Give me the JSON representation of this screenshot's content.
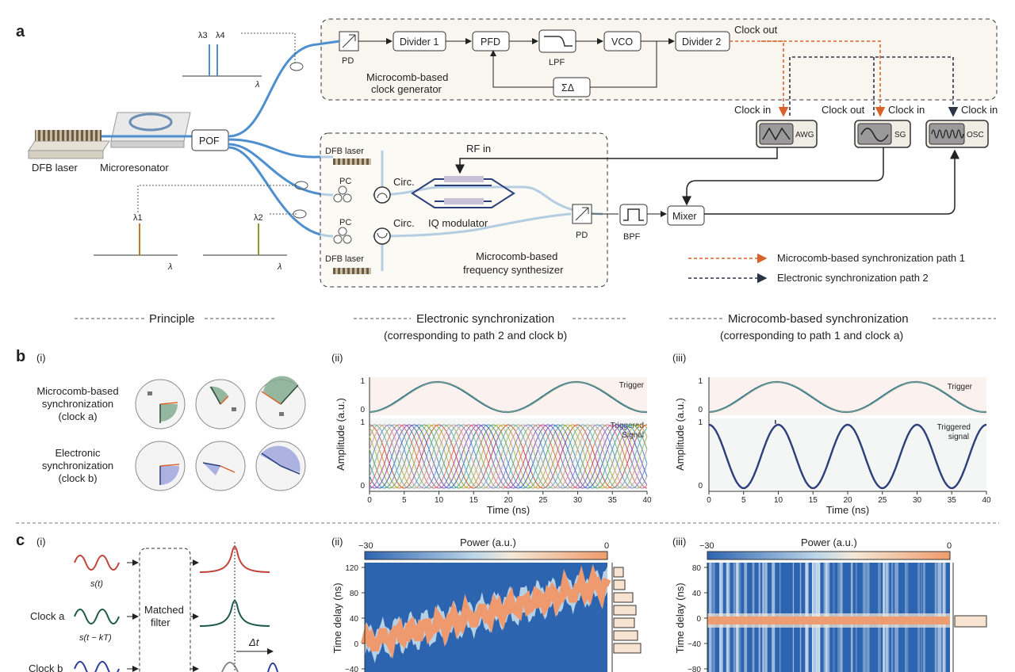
{
  "panel_a": {
    "letter": "a",
    "components": {
      "pd_top": "PD",
      "divider1": "Divider 1",
      "pfd": "PFD",
      "lpf": "LPF",
      "vco": "VCO",
      "divider2": "Divider 2",
      "sigma_delta": "ΣΔ",
      "clock_gen_line1": "Microcomb-based",
      "clock_gen_line2": "clock generator",
      "clock_out_top": "Clock out",
      "clock_in_awg": "Clock in",
      "clock_out_sg": "Clock out",
      "clock_in_sg": "Clock in",
      "clock_in_osc": "Clock in",
      "awg": "AWG",
      "sg": "SG",
      "osc": "OSC",
      "dfb_laser_main": "DFB laser",
      "microresonator": "Microresonator",
      "pof": "POF",
      "dfb_laser_1": "DFB laser",
      "dfb_laser_2": "DFB laser",
      "pc1": "PC",
      "pc2": "PC",
      "circ1": "Circ.",
      "circ2": "Circ.",
      "rf_in": "RF in",
      "iq_modulator": "IQ modulator",
      "pd_bottom": "PD",
      "bpf": "BPF",
      "mixer": "Mixer",
      "synth_line1": "Microcomb-based",
      "synth_line2": "frequency synthesizer",
      "lambda": "λ",
      "lambda1": "λ1",
      "lambda2": "λ2",
      "lambda3": "λ3",
      "lambda4": "λ4"
    },
    "legend": {
      "path1": "Microcomb-based synchronization path 1",
      "path2": "Electronic synchronization path 2"
    },
    "colors": {
      "path1": "#d9622b",
      "path2": "#2b3447",
      "fiber": "#4f8fd0"
    }
  },
  "section_headers": {
    "principle": "Principle",
    "electronic_title": "Electronic synchronization",
    "electronic_sub": "(corresponding to path 2 and clock b)",
    "microcomb_title": "Microcomb-based synchronization",
    "microcomb_sub": "(corresponding to path 1 and clock a)"
  },
  "panel_b": {
    "letter": "b",
    "sub_i": "(i)",
    "sub_ii": "(ii)",
    "sub_iii": "(iii)",
    "row1_label": [
      "Microcomb-based",
      "synchronization",
      "(clock a)"
    ],
    "row2_label": [
      "Electronic",
      "synchronization",
      "(clock b)"
    ],
    "plot_ylabel": "Amplitude (a.u.)",
    "plot_xlabel": "Time (ns)",
    "trigger": "Trigger",
    "triggered_signal_ii": [
      "Triggered",
      "Signal"
    ],
    "triggered_signal_iii": [
      "Triggered",
      "signal"
    ],
    "colors": {
      "row1_fill": "#7ea88a",
      "row2_fill": "#9aa2dc"
    }
  },
  "panel_c": {
    "letter": "c",
    "sub_i": "(i)",
    "sub_ii": "(ii)",
    "sub_iii": "(iii)",
    "s_t": "s(t)",
    "clock_a": "Clock a",
    "s_t_kt": "s(t − kT)",
    "clock_b": "Clock b",
    "matched_filter": [
      "Matched",
      "filter"
    ],
    "delta_t": "Δt",
    "power_label": "Power (a.u.)",
    "power_min": "−30",
    "power_max": "0",
    "time_delay": "Time delay (ns)"
  },
  "chart_data": [
    {
      "type": "line",
      "panel": "b(ii)",
      "xlabel": "Time (ns)",
      "ylabel": "Amplitude (a.u.)",
      "xlim": [
        0,
        40
      ],
      "xticks": [
        0,
        5,
        10,
        15,
        20,
        25,
        30,
        35,
        40
      ],
      "series": [
        {
          "name": "Trigger",
          "period_ns": 20,
          "ylim": [
            0,
            1
          ]
        },
        {
          "name": "Triggered Signal",
          "period_ns": 10,
          "ylim": [
            0,
            1
          ],
          "traces": 14
        }
      ]
    },
    {
      "type": "line",
      "panel": "b(iii)",
      "xlabel": "Time (ns)",
      "ylabel": "Amplitude (a.u.)",
      "xlim": [
        0,
        40
      ],
      "xticks": [
        0,
        5,
        10,
        15,
        20,
        25,
        30,
        35,
        40
      ],
      "series": [
        {
          "name": "Trigger",
          "period_ns": 20,
          "ylim": [
            0,
            1
          ]
        },
        {
          "name": "Triggered signal",
          "period_ns": 10,
          "ylim": [
            0,
            1
          ]
        }
      ]
    },
    {
      "type": "heatmap",
      "panel": "c(ii)",
      "ylabel": "Time delay (ns)",
      "yticks": [
        120,
        80,
        40,
        0,
        -40
      ],
      "colorbar": {
        "label": "Power (a.u.)",
        "range": [
          -30,
          0
        ]
      },
      "trend": {
        "start_delay_ns": 0,
        "end_delay_ns": 95
      }
    },
    {
      "type": "heatmap",
      "panel": "c(iii)",
      "ylabel": "Time delay (ns)",
      "yticks": [
        80,
        40,
        0,
        -40,
        -80
      ],
      "colorbar": {
        "label": "Power (a.u.)",
        "range": [
          -30,
          0
        ]
      },
      "trend": {
        "start_delay_ns": 0,
        "end_delay_ns": 0
      }
    }
  ]
}
